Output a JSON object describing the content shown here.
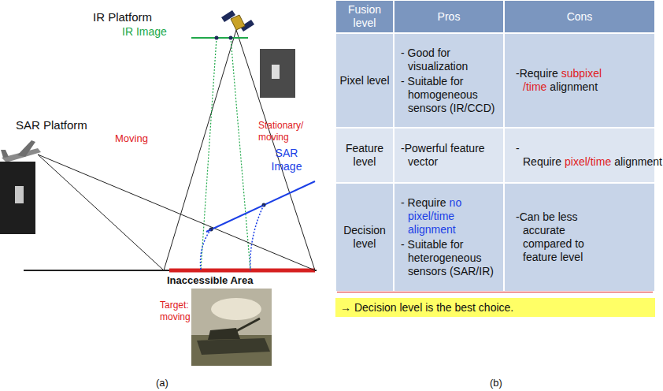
{
  "diagram": {
    "nodes": [
      {
        "text": [
          "→ Decision level is the best choice."
        ]
      }
    ],
    "labels": [
      "IR Platform",
      "IR Image",
      "Stationary/ moving",
      "SAR Platform",
      "Moving",
      "SAR Image",
      "Inaccessible Area",
      "Target: moving",
      "(a)",
      "Fusion level",
      "Pros",
      "Cons",
      "Pixel level",
      "- Good for visualization",
      "- Suitable for homogeneous sensors (IR/CCD)",
      "-Require",
      "subpixel /time",
      "alignment",
      "Feature level",
      "-Powerful feature vector",
      "-Require",
      "pixel/time",
      "alignment",
      "Decision level",
      "- Require",
      "no pixel/time alignment",
      "- Suitable for heterogeneous sensors (SAR/IR)",
      "-Can be less accurate compared to feature level",
      "(b)"
    ]
  }
}
